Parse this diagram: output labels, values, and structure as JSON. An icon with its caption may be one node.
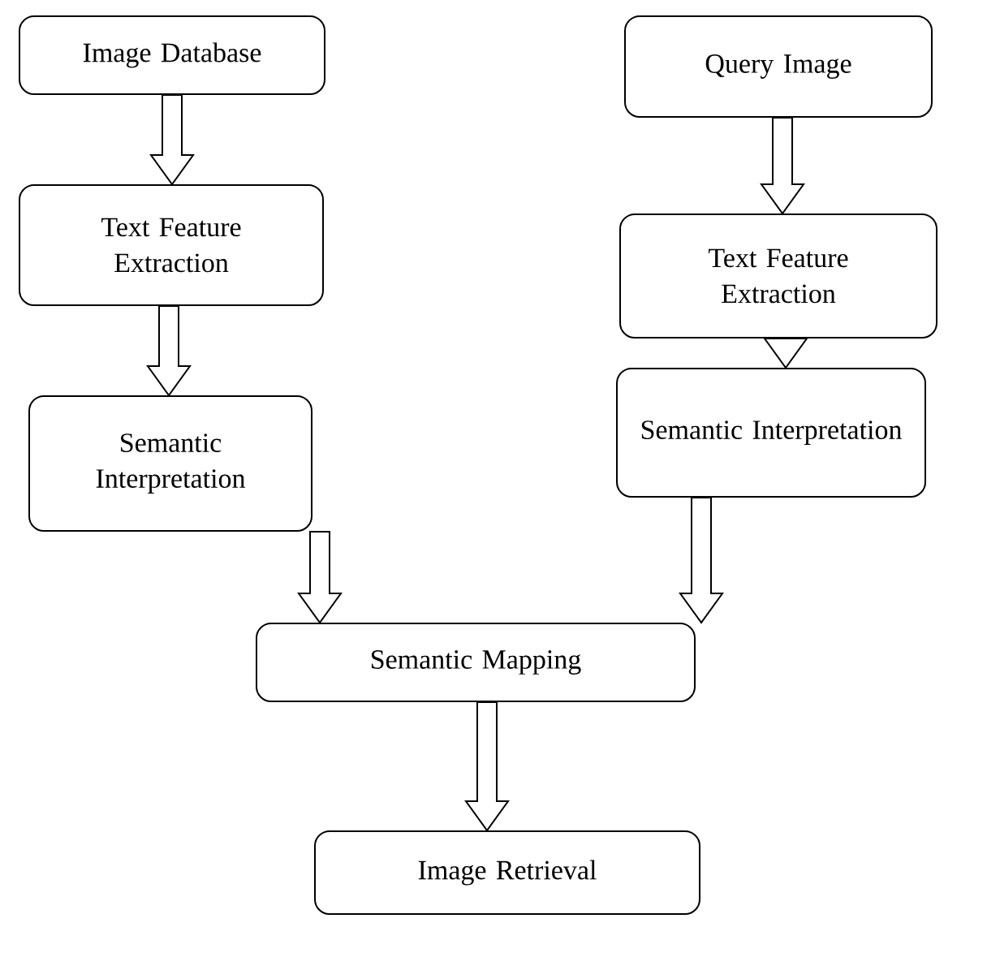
{
  "diagram": {
    "nodes": [
      {
        "text": [
          "Image Database"
        ]
      },
      {
        "text": [
          "Query Image"
        ]
      },
      {
        "text": [
          "Text Feature Extraction"
        ]
      },
      {
        "text": [
          "Text Feature Extraction"
        ]
      },
      {
        "text": [
          "Semantic Interpretation"
        ]
      },
      {
        "text": [
          "Semantic Interpretation"
        ]
      },
      {
        "text": [
          "Semantic Mapping"
        ]
      },
      {
        "text": [
          "Image Retrieval"
        ]
      }
    ],
    "edges": [
      {
        "from": 0,
        "to": 2,
        "arrow": "to"
      },
      {
        "from": 1,
        "to": 3,
        "arrow": "to"
      },
      {
        "from": 2,
        "to": 4,
        "arrow": "to"
      },
      {
        "from": 3,
        "to": 5,
        "arrow": "to"
      },
      {
        "from": 4,
        "to": 6,
        "arrow": "to"
      },
      {
        "from": 5,
        "to": 6,
        "arrow": "to"
      },
      {
        "from": 6,
        "to": 7,
        "arrow": "to"
      }
    ]
  }
}
